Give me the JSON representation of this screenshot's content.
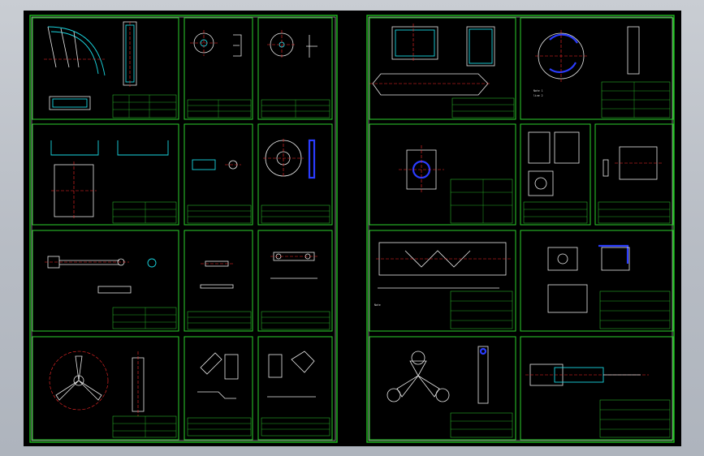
{
  "canvas": {
    "name": "CAD drawing sheet model space",
    "background_color": "#000000",
    "border_color": "#1ec01e",
    "line_colors": {
      "outline": "#19d6e0",
      "center": "#ff2a2a",
      "hatch": "#2a3cff",
      "edge": "#e8e8e8",
      "frame": "#2bd02b"
    }
  },
  "sheets": [
    {
      "id": "left",
      "panels": [
        "p1",
        "p2",
        "p3",
        "p4",
        "p5",
        "p6",
        "p7",
        "p8",
        "p9",
        "p10",
        "p11",
        "p12"
      ]
    },
    {
      "id": "right",
      "panels": [
        "p13",
        "p14",
        "p15",
        "p16",
        "p17",
        "p18",
        "p19",
        "p20"
      ]
    }
  ]
}
